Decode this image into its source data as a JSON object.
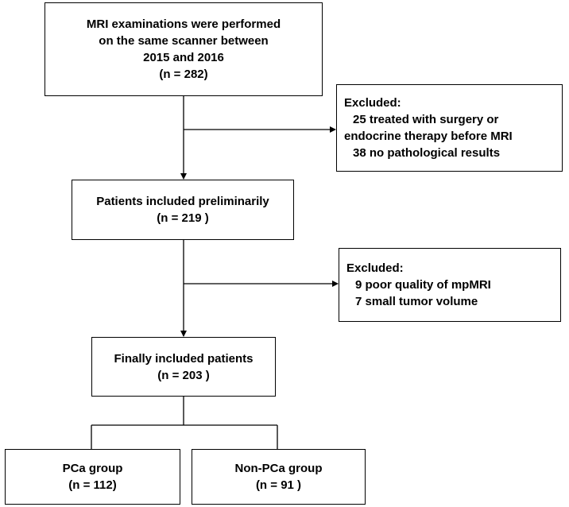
{
  "diagram": {
    "start": {
      "lines": [
        "MRI examinations were performed",
        "on the same scanner between",
        "2015 and 2016",
        "(n =  282)"
      ]
    },
    "exclusion1": {
      "heading": "Excluded:",
      "items": [
        "25 treated with surgery or",
        "endocrine therapy before MRI",
        "38 no pathological results"
      ]
    },
    "preliminary": {
      "lines": [
        "Patients included preliminarily",
        "(n = 219 )"
      ]
    },
    "exclusion2": {
      "heading": "Excluded:",
      "items": [
        "9  poor quality of mpMRI",
        "7  small tumor volume"
      ]
    },
    "final": {
      "lines": [
        "Finally included patients",
        "(n = 203 )"
      ]
    },
    "pca": {
      "lines": [
        "PCa group",
        "(n =  112)"
      ]
    },
    "nonpca": {
      "lines": [
        "Non-PCa group",
        "(n = 91 )"
      ]
    }
  }
}
